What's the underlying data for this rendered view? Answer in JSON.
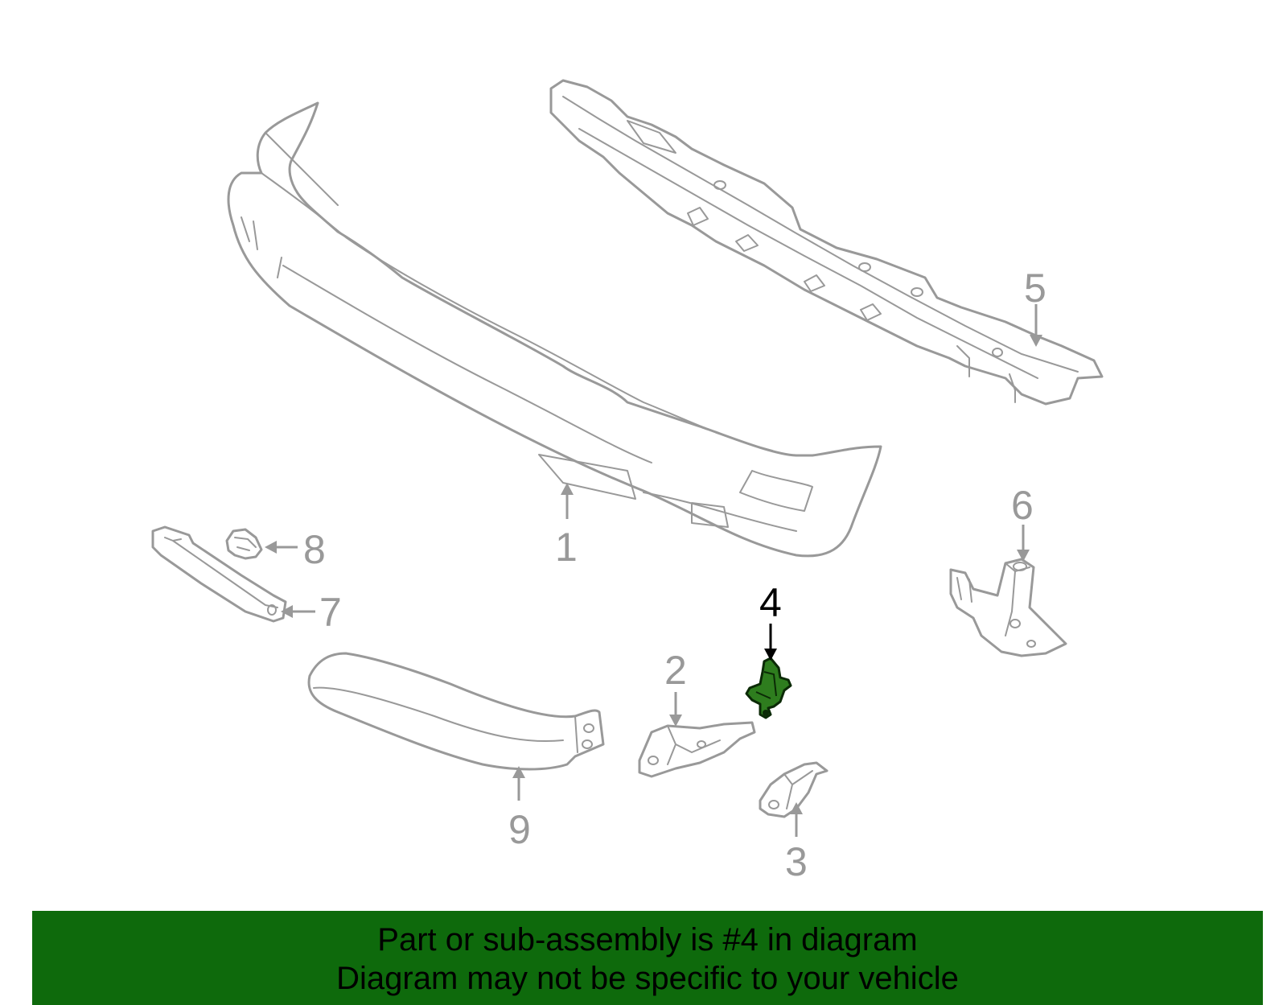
{
  "diagram": {
    "callouts": [
      {
        "label": "1"
      },
      {
        "label": "2"
      },
      {
        "label": "3"
      },
      {
        "label": "4",
        "highlighted": true
      },
      {
        "label": "5"
      },
      {
        "label": "6"
      },
      {
        "label": "7"
      },
      {
        "label": "8"
      },
      {
        "label": "9"
      }
    ],
    "colors": {
      "line": "#999999",
      "highlight_part": "#2e7d1e",
      "active_callout": "#000000",
      "banner": "#0e6a0c"
    }
  },
  "banner": {
    "line1": "Part or sub-assembly is #4 in diagram",
    "line2": "Diagram may not be specific to your vehicle"
  }
}
